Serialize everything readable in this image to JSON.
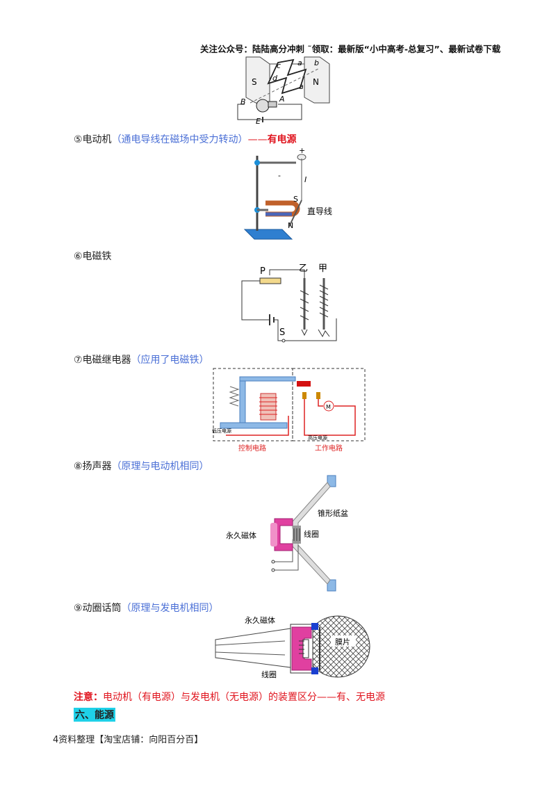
{
  "header": {
    "text": "关注公众号：陆陆高分冲刺  ˜领取：最新版“小中高考-总复习”、最新试卷下载"
  },
  "figure_labels": {
    "motor": {
      "S": "S",
      "N": "N",
      "a1": "a",
      "b": "b",
      "c": "c",
      "d": "d",
      "a2": "a",
      "A": "A",
      "B": "B",
      "E": "E"
    },
    "wire": {
      "plus": "+",
      "minus": "-",
      "I": "I",
      "S": "S",
      "N": "N",
      "caption": "直导线"
    },
    "magnet": {
      "P": "P",
      "yi": "乙",
      "jia": "甲",
      "S": "S"
    },
    "relay": {
      "ctrl": "控制电路",
      "work": "工作电路",
      "low": "低压电源",
      "high": "高压电源",
      "M": "M"
    },
    "speaker": {
      "cone": "锥形纸盆",
      "magnet": "永久磁体",
      "coil": "线圈"
    },
    "mic": {
      "magnet": "永久磁体",
      "film": "膜片",
      "coil": "线圈"
    }
  },
  "items": {
    "i5": {
      "main": "⑤电动机",
      "note": "（通电导线在磁场中受力转动）",
      "dash": "——",
      "tag": "有电源"
    },
    "i6": {
      "main": "⑥电磁铁"
    },
    "i7": {
      "main": "⑦电磁继电器",
      "note": "（应用了电磁铁）"
    },
    "i8": {
      "main": "⑧扬声器",
      "note": "（原理与电动机相同）"
    },
    "i9": {
      "main": "⑨动圈话筒",
      "note": "（原理与发电机相同）"
    }
  },
  "note": {
    "label": "注意：",
    "text": "电动机（有电源）与发电机（无电源）的装置区分——有、无电源"
  },
  "section": {
    "title": "六、能源"
  },
  "footer": {
    "page": "4",
    "text": "资料整理【淘宝店铺：向阳百分百】"
  },
  "colors": {
    "blue_text": "#4a6fd6",
    "red_text": "#e0141e",
    "section_bg": "#1fd1e8"
  }
}
